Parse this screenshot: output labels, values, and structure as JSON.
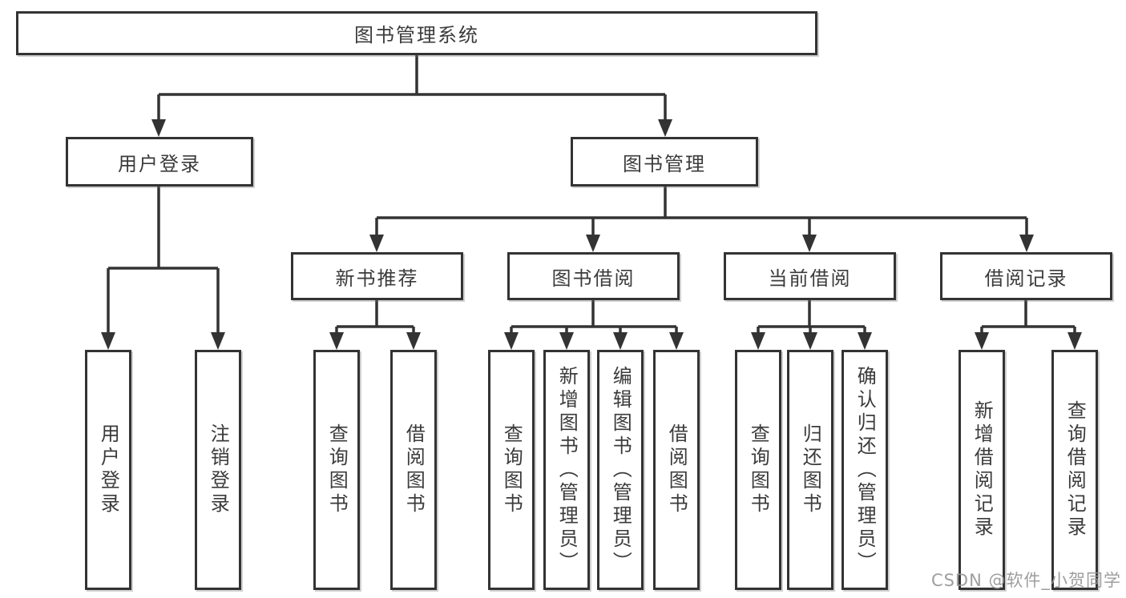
{
  "watermark": "CSDN @软件_小贺同学",
  "colors": {
    "line": "#333333",
    "box_border": "#333333",
    "text": "#3b3b3b",
    "watermark": "#969696",
    "background": "#ffffff"
  },
  "tree": {
    "root": {
      "label": "图书管理系统"
    },
    "children": [
      {
        "label": "用户登录",
        "children": [
          {
            "label": "用户登录"
          },
          {
            "label": "注销登录"
          }
        ]
      },
      {
        "label": "图书管理",
        "children": [
          {
            "label": "新书推荐",
            "children": [
              {
                "label": "查询图书"
              },
              {
                "label": "借阅图书"
              }
            ]
          },
          {
            "label": "图书借阅",
            "children": [
              {
                "label": "查询图书"
              },
              {
                "label": "新增图书（管理员）"
              },
              {
                "label": "编辑图书（管理员）"
              },
              {
                "label": "借阅图书"
              }
            ]
          },
          {
            "label": "当前借阅",
            "children": [
              {
                "label": "查询图书"
              },
              {
                "label": "归还图书"
              },
              {
                "label": "确认归还（管理员）"
              }
            ]
          },
          {
            "label": "借阅记录",
            "children": [
              {
                "label": "新增借阅记录"
              },
              {
                "label": "查询借阅记录"
              }
            ]
          }
        ]
      }
    ]
  }
}
